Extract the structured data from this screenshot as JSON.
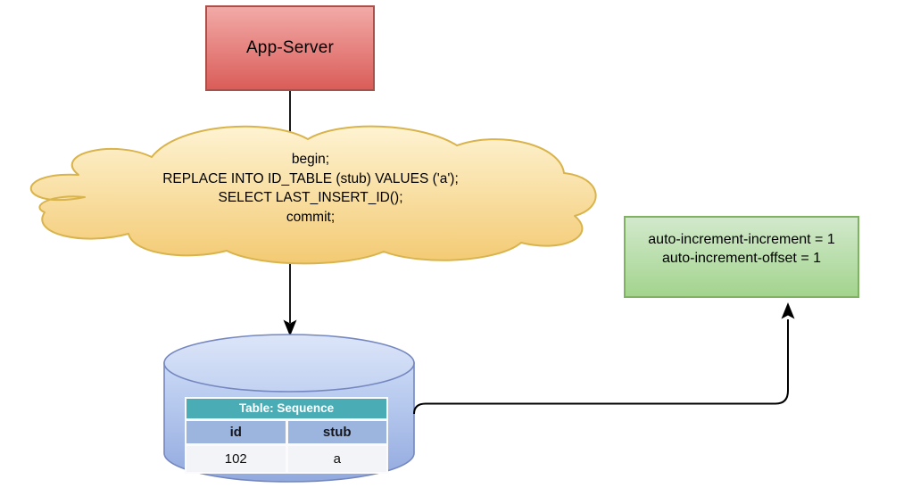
{
  "diagram": {
    "app_server": {
      "label": "App-Server"
    },
    "sql_cloud": {
      "lines": [
        "begin;",
        "REPLACE INTO ID_TABLE (stub) VALUES ('a');",
        "SELECT LAST_INSERT_ID();",
        "commit;"
      ]
    },
    "config_box": {
      "lines": [
        "auto-increment-increment = 1",
        "auto-increment-offset = 1"
      ]
    },
    "database": {
      "table_title": "Table: Sequence",
      "columns": [
        "id",
        "stub"
      ],
      "rows": [
        [
          "102",
          "a"
        ]
      ]
    },
    "colors": {
      "app_server_fill_top": "#F2AAA7",
      "app_server_fill_bottom": "#DA5D59",
      "app_server_stroke": "#A9504B",
      "cloud_fill_top": "#FEF3D2",
      "cloud_fill_bottom": "#F3CA73",
      "cloud_stroke": "#D9B34B",
      "config_fill_top": "#D2E9CC",
      "config_fill_bottom": "#A3D48E",
      "config_stroke": "#7FB361",
      "cylinder_fill_top": "#DBE4F8",
      "cylinder_fill_bottom": "#92A9DE",
      "cylinder_stroke": "#7587BF",
      "table_title_bg": "#4AADB5",
      "table_header_bg": "#9CB5DF",
      "table_row_bg": "#F3F4F8",
      "arrow_color": "#000000"
    }
  }
}
